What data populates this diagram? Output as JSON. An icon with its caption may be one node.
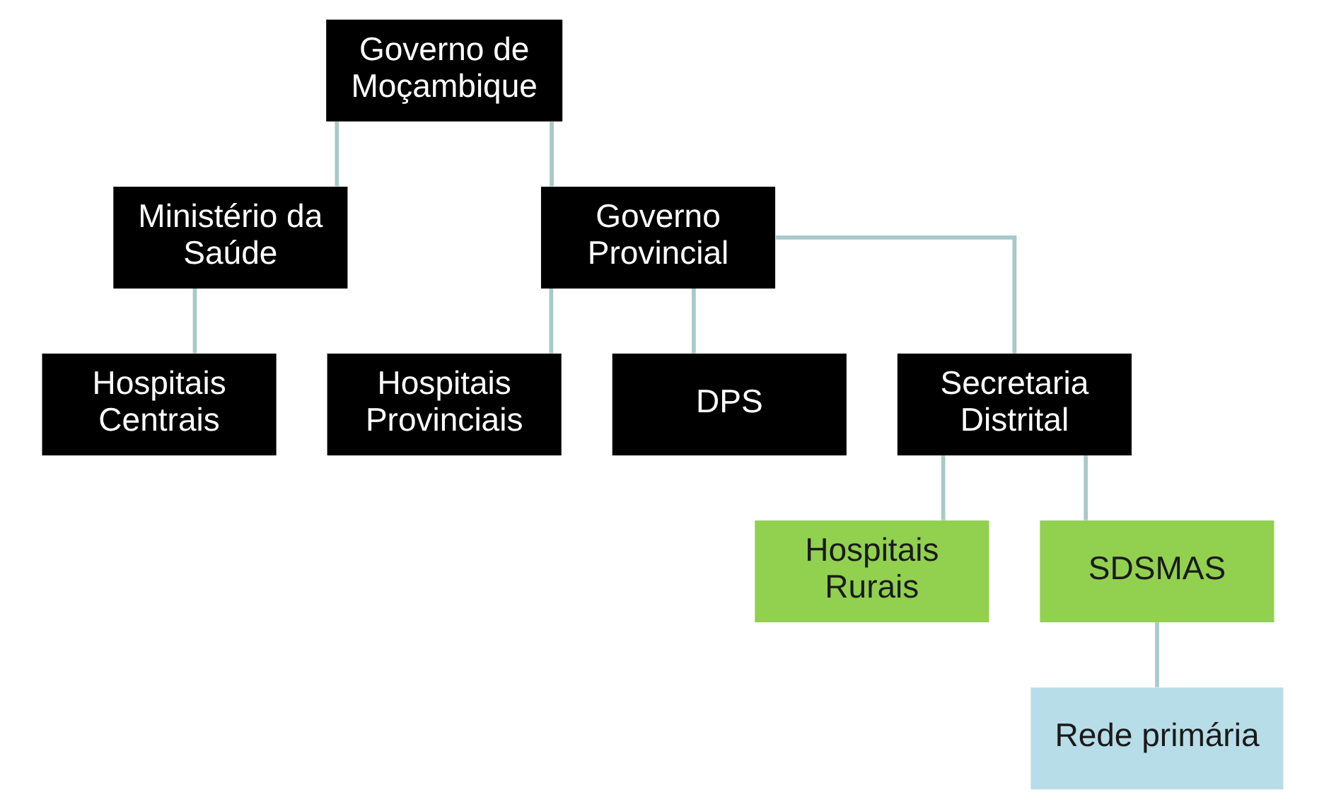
{
  "diagram": {
    "nodes": [
      {
        "text": [
          "Governo de Moçambique"
        ]
      },
      {
        "text": [
          "Ministério da Saúde"
        ]
      },
      {
        "text": [
          "Governo Provincial"
        ]
      },
      {
        "text": [
          "Hospitais Centrais"
        ]
      },
      {
        "text": [
          "Hospitais Provinciais"
        ]
      },
      {
        "text": [
          "DPS"
        ]
      },
      {
        "text": [
          "Secretaria Distrital"
        ]
      },
      {
        "text": [
          "Hospitais Rurais"
        ]
      },
      {
        "text": [
          "SDSMAS"
        ]
      },
      {
        "text": [
          "Rede primária"
        ]
      }
    ],
    "edges": [
      {
        "from": 0,
        "to": 1,
        "arrow": "none"
      },
      {
        "from": 0,
        "to": 2,
        "arrow": "none"
      },
      {
        "from": 1,
        "to": 3,
        "arrow": "none"
      },
      {
        "from": 2,
        "to": 4,
        "arrow": "none"
      },
      {
        "from": 2,
        "to": 5,
        "arrow": "none"
      },
      {
        "from": 2,
        "to": 6,
        "arrow": "none"
      },
      {
        "from": 6,
        "to": 7,
        "arrow": "none"
      },
      {
        "from": 6,
        "to": 8,
        "arrow": "none"
      },
      {
        "from": 8,
        "to": 9,
        "arrow": "none"
      }
    ]
  }
}
